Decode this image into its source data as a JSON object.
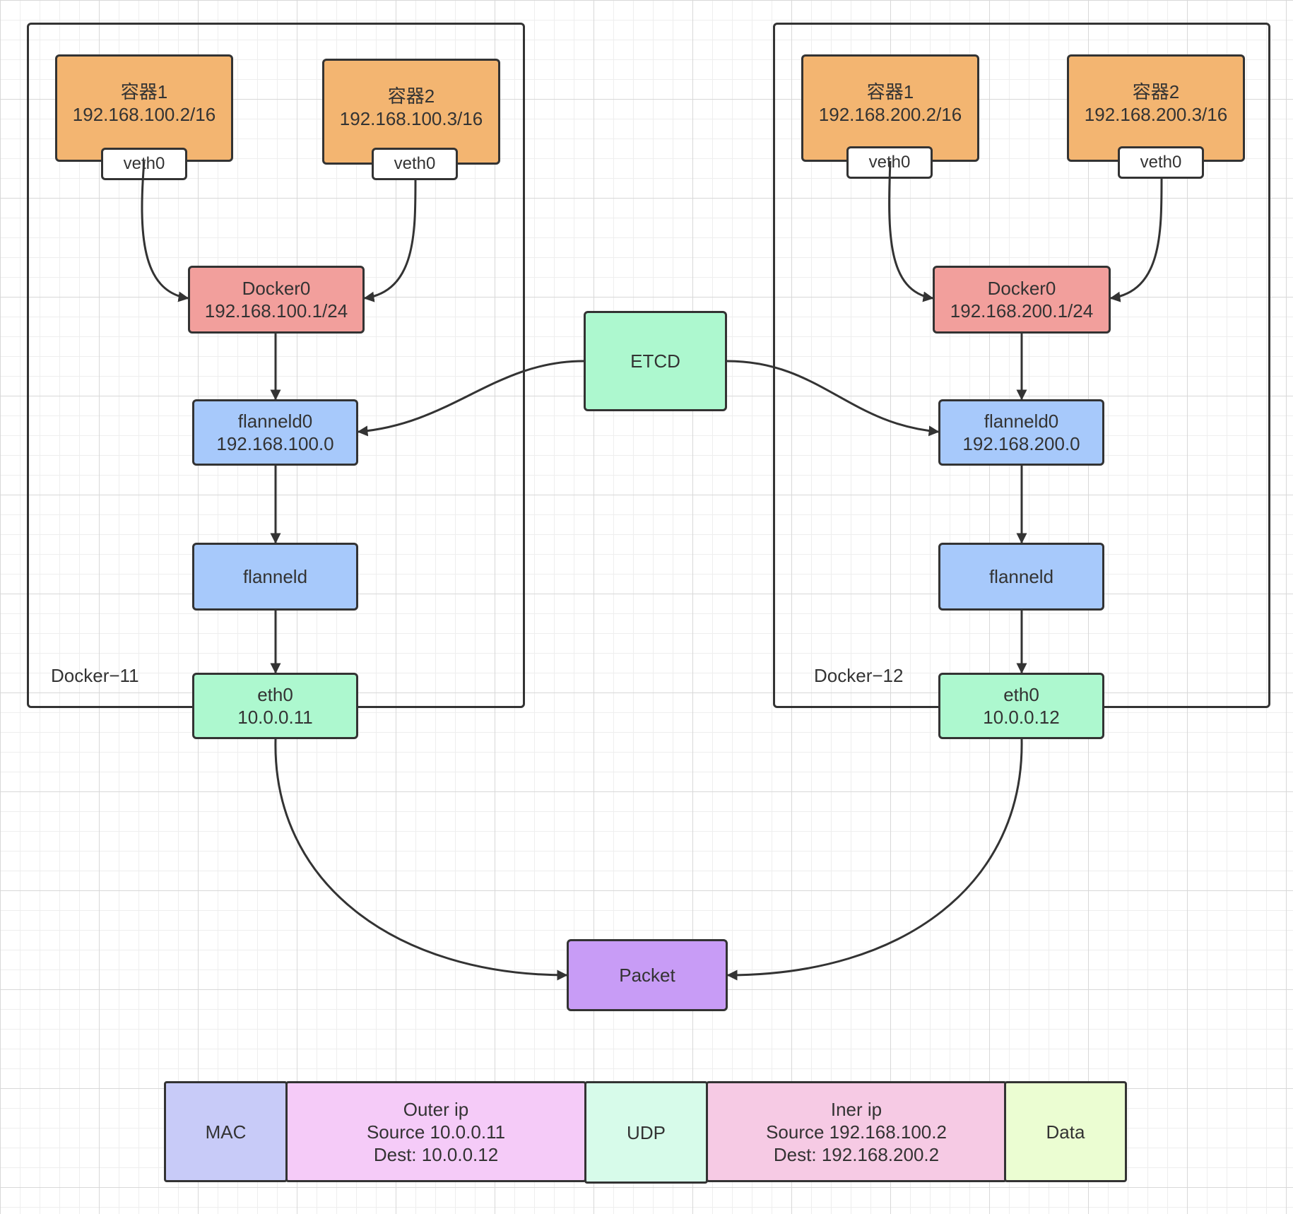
{
  "hosts": [
    {
      "label": "Docker−11",
      "containers": [
        {
          "name": "容器1",
          "ip": "192.168.100.2/16",
          "iface": "veth0"
        },
        {
          "name": "容器2",
          "ip": "192.168.100.3/16",
          "iface": "veth0"
        }
      ],
      "docker0": {
        "name": "Docker0",
        "ip": "192.168.100.1/24"
      },
      "flanneld0": {
        "name": "flanneld0",
        "ip": "192.168.100.0"
      },
      "flanneld": {
        "name": "flanneld"
      },
      "eth0": {
        "name": "eth0",
        "ip": "10.0.0.11"
      }
    },
    {
      "label": "Docker−12",
      "containers": [
        {
          "name": "容器1",
          "ip": "192.168.200.2/16",
          "iface": "veth0"
        },
        {
          "name": "容器2",
          "ip": "192.168.200.3/16",
          "iface": "veth0"
        }
      ],
      "docker0": {
        "name": "Docker0",
        "ip": "192.168.200.1/24"
      },
      "flanneld0": {
        "name": "flanneld0",
        "ip": "192.168.200.0"
      },
      "flanneld": {
        "name": "flanneld"
      },
      "eth0": {
        "name": "eth0",
        "ip": "10.0.0.12"
      }
    }
  ],
  "etcd": {
    "label": "ETCD"
  },
  "packet": {
    "label": "Packet"
  },
  "packet_format": [
    {
      "lines": [
        "MAC"
      ],
      "color": "#c8cbf8"
    },
    {
      "lines": [
        "Outer ip",
        "Source 10.0.0.11",
        "Dest: 10.0.0.12"
      ],
      "color": "#f5cbf8"
    },
    {
      "lines": [
        "UDP"
      ],
      "color": "#d7fbea"
    },
    {
      "lines": [
        "Iner ip",
        "Source 192.168.100.2",
        "Dest: 192.168.200.2"
      ],
      "color": "#f6cae4"
    },
    {
      "lines": [
        "Data"
      ],
      "color": "#ebfdd2"
    }
  ],
  "colors": {
    "container": "#f3b571",
    "docker0": "#f29f9c",
    "flannel": "#a7c9fb",
    "eth": "#adf8cf",
    "packet": "#c89cf6",
    "stroke": "#333333"
  }
}
